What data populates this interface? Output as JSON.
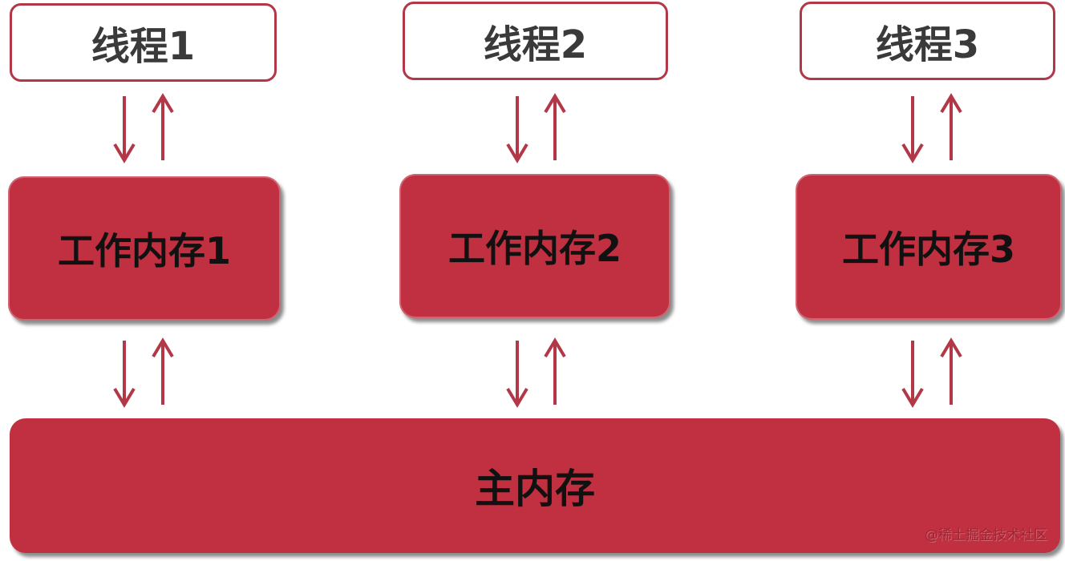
{
  "threads": [
    {
      "label": "线程1"
    },
    {
      "label": "线程2"
    },
    {
      "label": "线程3"
    }
  ],
  "working_memories": [
    {
      "label": "工作内存1"
    },
    {
      "label": "工作内存2"
    },
    {
      "label": "工作内存3"
    }
  ],
  "main_memory": {
    "label": "主内存"
  },
  "watermark": "@稀土掘金技术社区",
  "colors": {
    "box_fill": "#c03040",
    "arrow": "#b23848",
    "thread_border": "#b23848"
  }
}
